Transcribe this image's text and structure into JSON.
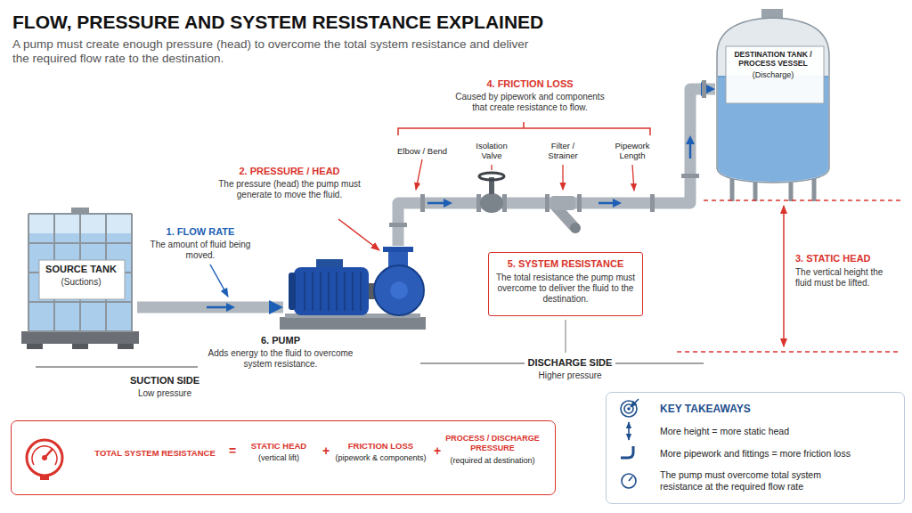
{
  "diagram": {
    "title": "FLOW, PRESSURE AND SYSTEM RESISTANCE EXPLAINED",
    "caption": "A pump must create enough pressure (head) to overcome the total system resistance and deliver the required flow rate to the destination.",
    "nodes": [
      {
        "text": [
          "SOURCE TANK",
          "(Suctions)"
        ]
      },
      {
        "text": [
          "6. PUMP",
          "Adds energy to the fluid to overcome system resistance."
        ]
      },
      {
        "text": [
          "5. SYSTEM RESISTANCE",
          "The total resistance the pump must overcome to deliver the fluid to the destination."
        ]
      },
      {
        "text": [
          "DESTINATION TANK / PROCESS VESSEL",
          "(Discharge)"
        ]
      },
      {
        "text": [
          "TOTAL SYSTEM RESISTANCE",
          "=",
          "STATIC HEAD",
          "(vertical lift)",
          "+",
          "FRICTION LOSS",
          "(pipework & components)",
          "+",
          "PROCESS / DISCHARGE PRESSURE",
          "(required at destination)"
        ]
      },
      {
        "text": [
          "KEY TAKEAWAYS",
          "More height = more static head",
          "More pipework and fittings = more friction loss",
          "The pump must overcome total system resistance at the required flow rate"
        ]
      }
    ],
    "edges": [
      {
        "from": 0,
        "to": 1,
        "arrow": "to"
      },
      {
        "from": 1,
        "to": 3,
        "arrow": "to"
      }
    ],
    "labels": [
      "1. FLOW RATE",
      "The amount of fluid being moved.",
      "2. PRESSURE / HEAD",
      "The pressure (head) the pump must generate to move the fluid.",
      "4. FRICTION LOSS",
      "Caused by pipework and components that create resistance to flow.",
      "Elbow / Bend",
      "Isolation Valve",
      "Filter / Strainer",
      "Pipework Length",
      "3. STATIC HEAD",
      "The vertical height the fluid must be lifted.",
      "SUCTION SIDE",
      "Low pressure",
      "DISCHARGE SIDE",
      "Higher pressure"
    ]
  }
}
